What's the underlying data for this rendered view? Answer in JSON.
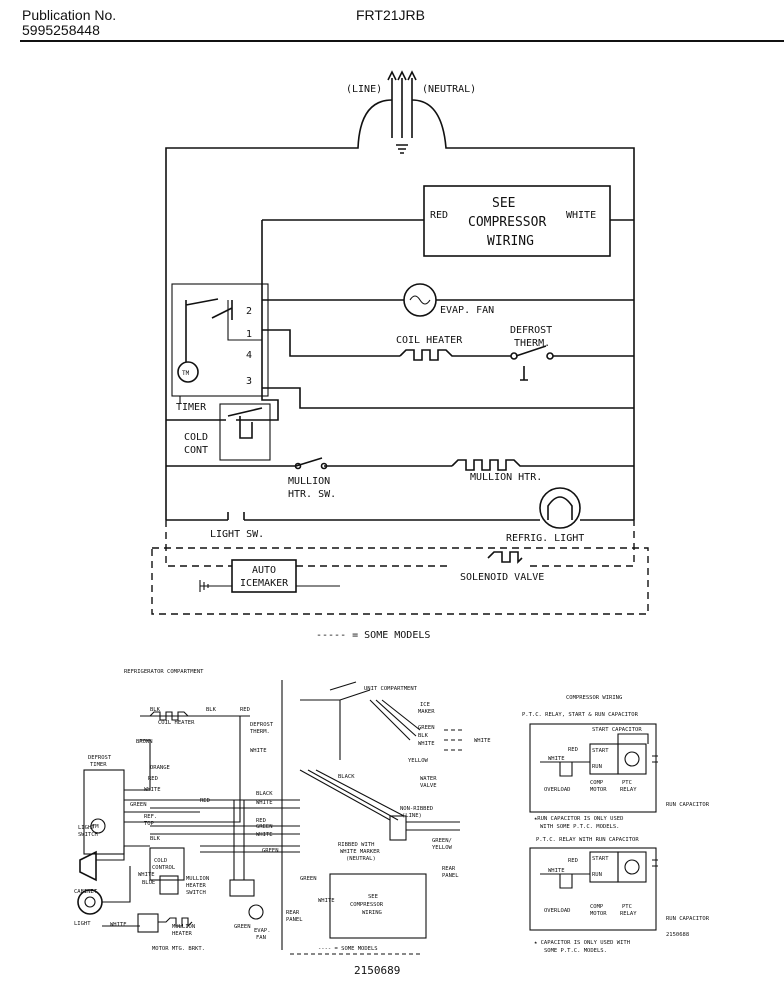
{
  "header": {
    "publication_label": "Publication No.",
    "publication_number": "5995258448",
    "model": "FRT21JRB"
  },
  "schematic": {
    "line_label": "(LINE)",
    "neutral_label": "(NEUTRAL)",
    "compressor_box": [
      "SEE",
      "COMPRESSOR",
      "WIRING"
    ],
    "red": "RED",
    "white": "WHITE",
    "evap_fan": "EVAP. FAN",
    "coil_heater": "COIL HEATER",
    "defrost_therm": [
      "DEFROST",
      "THERM."
    ],
    "timer": "TIMER",
    "tm": "TM",
    "terminals": [
      "2",
      "1",
      "4",
      "3"
    ],
    "cold_cont": [
      "COLD",
      "CONT"
    ],
    "mullion_htr_sw": [
      "MULLION",
      "HTR. SW."
    ],
    "mullion_htr": "MULLION HTR.",
    "refrig_light": "REFRIG. LIGHT",
    "light_sw": "LIGHT SW.",
    "auto_icemaker": [
      "AUTO",
      "ICEMAKER"
    ],
    "solenoid_valve": "SOLENOID VALVE",
    "legend": "----- = SOME MODELS"
  },
  "pictorial": {
    "refrigerator_compartment": "REFRIGERATOR COMPARTMENT",
    "unit_compartment": "UNIT COMPARTMENT",
    "defrost_timer": [
      "DEFROST",
      "TIMER"
    ],
    "coil_heater": "COIL HEATER",
    "defrost_therm": [
      "DEFROST",
      "THERM."
    ],
    "light_switch": [
      "LIGHT",
      "SWITCH"
    ],
    "cabinet_light": [
      "CABINET",
      "LIGHT"
    ],
    "cold_control": [
      "COLD",
      "CONTROL"
    ],
    "mullion_heater_switch": [
      "MULLION",
      "HEATER",
      "SWITCH"
    ],
    "mullion_heater": [
      "MULLION",
      "HEATER"
    ],
    "motor_mtg_brkt": "MOTOR MTG. BRKT.",
    "ref_top": [
      "REF.",
      "TOP"
    ],
    "evap_fan": [
      "EVAP.",
      "FAN"
    ],
    "ice_maker": [
      "ICE",
      "MAKER"
    ],
    "water_valve": [
      "WATER",
      "VALVE"
    ],
    "non_ribbed": [
      "NON-RIBBED",
      "(LINE)"
    ],
    "ribbed": [
      "RIBBED WITH",
      "WHITE MARKER",
      "(NEUTRAL)"
    ],
    "green_yellow": [
      "GREEN/",
      "YELLOW"
    ],
    "rear_panel": [
      "REAR",
      "PANEL"
    ],
    "see_compressor": [
      "SEE",
      "COMPRESSOR",
      "WIRING"
    ],
    "some_models": "---- = SOME MODELS",
    "wire_colors": {
      "blk": "BLK",
      "red": "RED",
      "white": "WHITE",
      "brown": "BROWN",
      "orange": "ORANGE",
      "green": "GREEN",
      "black": "BLACK",
      "blue": "BLUE",
      "yellow": "YELLOW"
    },
    "diagram_number": "2150689"
  },
  "compressor_wiring": {
    "title": "COMPRESSOR WIRING",
    "subtitle_1": "P.T.C. RELAY, START & RUN CAPACITOR",
    "start_capacitor": "START CAPACITOR",
    "start": "START",
    "run": "RUN",
    "overload": "OVERLOAD",
    "comp_motor": [
      "COMP",
      "MOTOR"
    ],
    "ptc_relay": [
      "PTC",
      "RELAY"
    ],
    "run_capacitor": "RUN CAPACITOR",
    "note_1": [
      "★RUN CAPACITOR IS ONLY USED",
      "WITH SOME P.T.C. MODELS."
    ],
    "subtitle_2": "P.T.C. RELAY WITH RUN CAPACITOR",
    "note_2": [
      "★ CAPACITOR IS ONLY USED WITH",
      "SOME P.T.C. MODELS."
    ],
    "ref_number": "2150688"
  }
}
